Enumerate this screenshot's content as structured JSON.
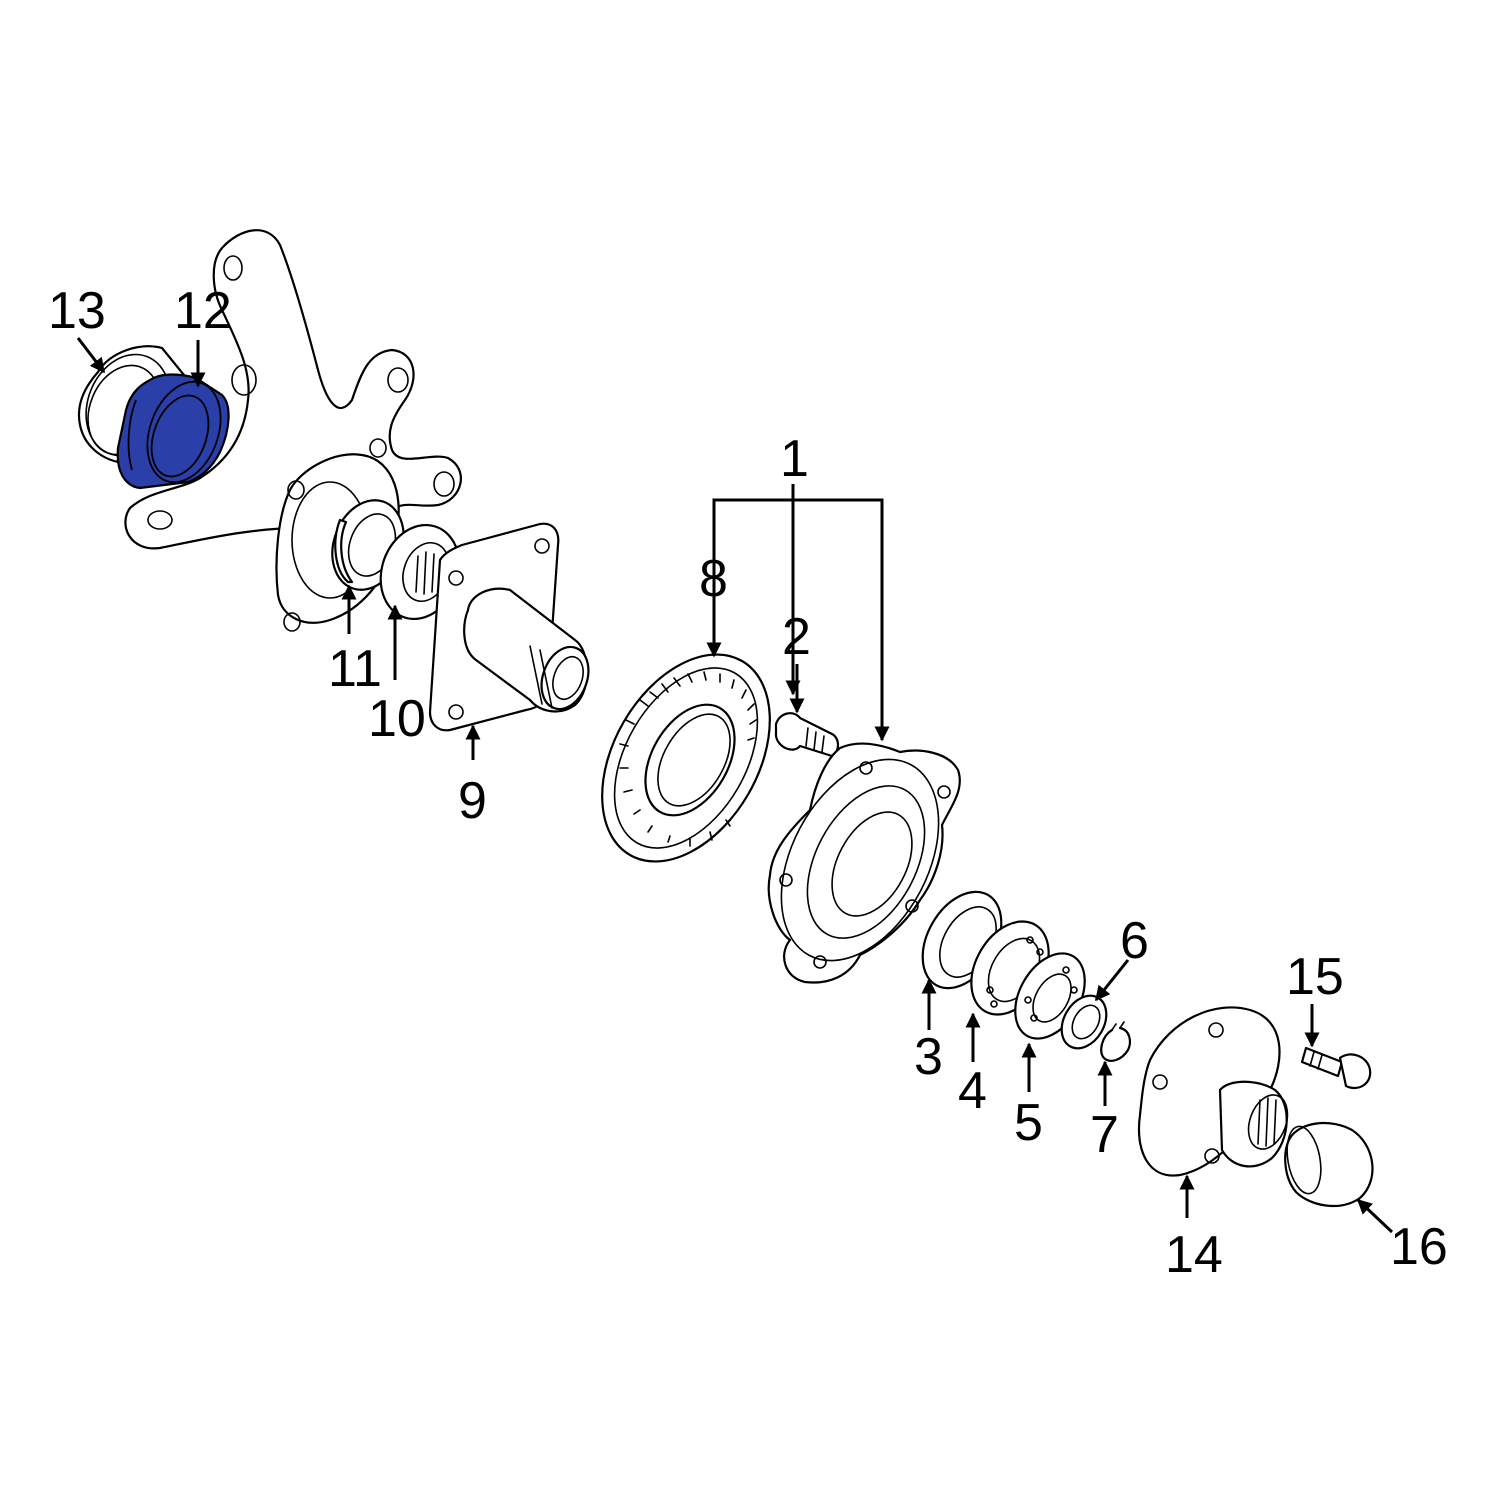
{
  "colors": {
    "highlight": "#2a3fa8",
    "line": "#000000",
    "background": "#ffffff"
  },
  "highlighted_part": "12",
  "callouts": {
    "c1": "1",
    "c2": "2",
    "c3": "3",
    "c4": "4",
    "c5": "5",
    "c6": "6",
    "c7": "7",
    "c8": "8",
    "c9": "9",
    "c10": "10",
    "c11": "11",
    "c12": "12",
    "c13": "13",
    "c14": "14",
    "c15": "15",
    "c16": "16"
  }
}
